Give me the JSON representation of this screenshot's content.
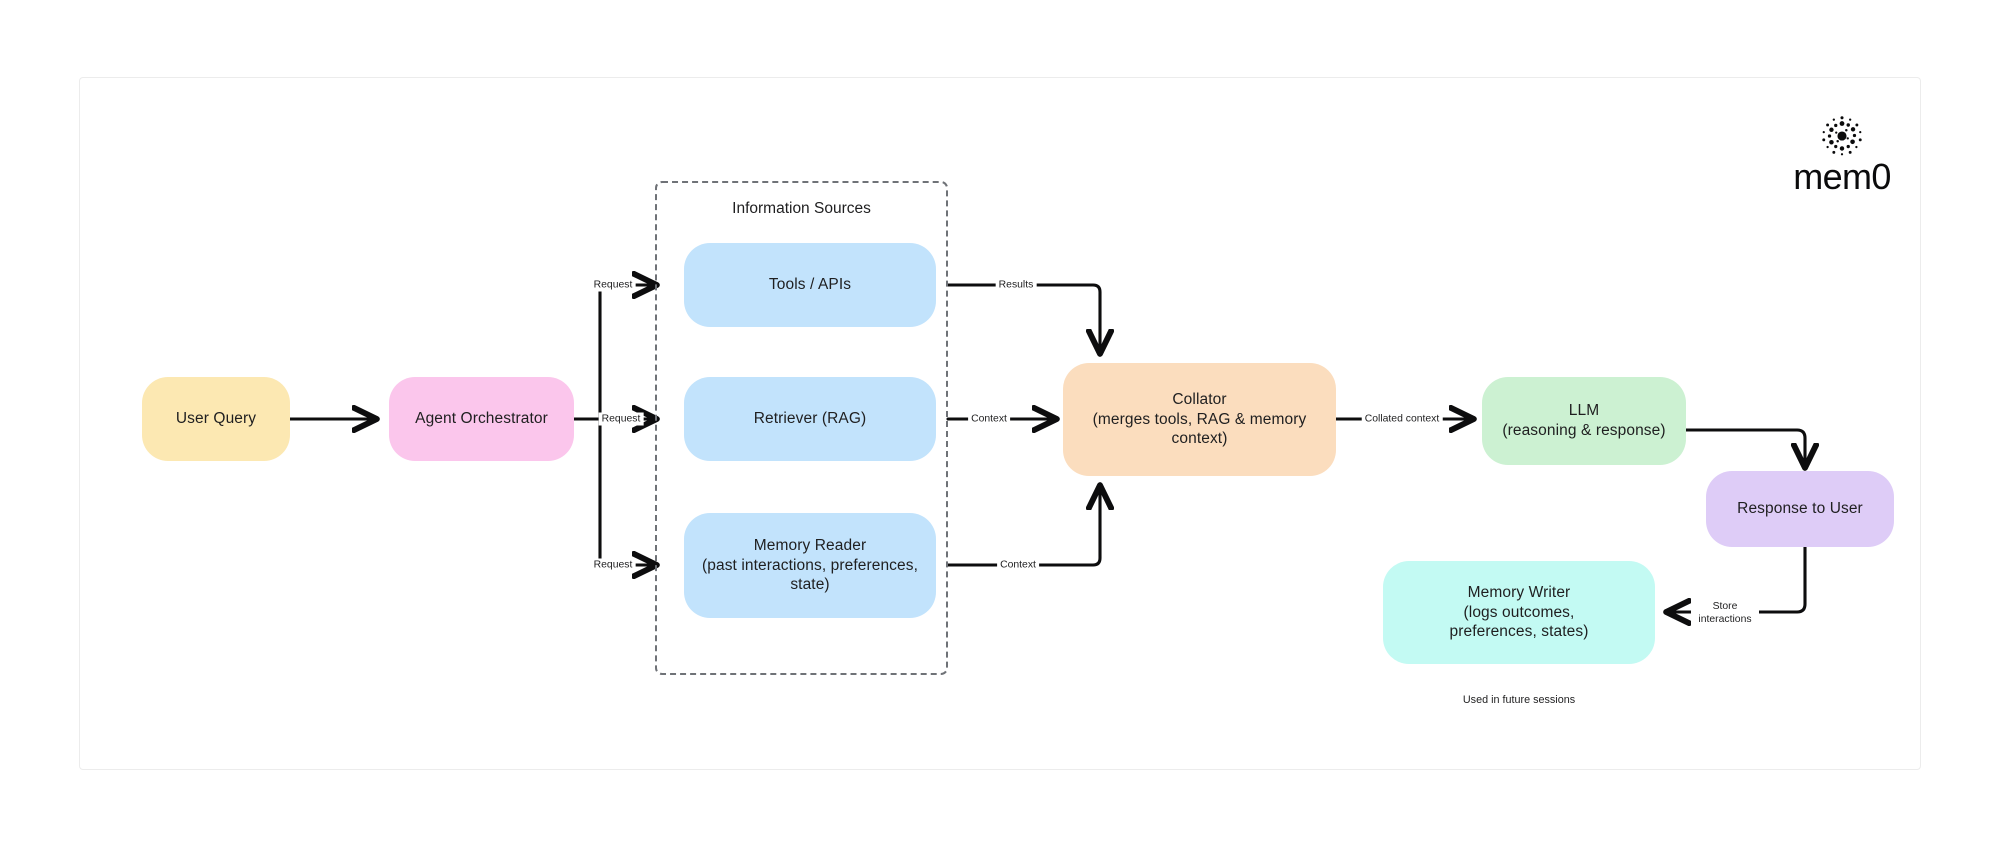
{
  "brand": {
    "name": "mem0",
    "mark": "mem0-dot-burst-logo"
  },
  "group": {
    "title": "Information Sources"
  },
  "nodes": {
    "user_query": {
      "label": "User Query",
      "color": "#FCE8B2"
    },
    "agent": {
      "label": "Agent Orchestrator",
      "color": "#FBC6EC"
    },
    "tools": {
      "label": "Tools / APIs",
      "color": "#C2E3FC"
    },
    "retriever": {
      "label": "Retriever (RAG)",
      "color": "#C2E3FC"
    },
    "memory_reader": {
      "line1": "Memory Reader",
      "line2": "(past interactions, preferences,",
      "line3": "state)",
      "color": "#C2E3FC"
    },
    "collator": {
      "line1": "Collator",
      "line2": "(merges tools, RAG & memory",
      "line3": "context)",
      "color": "#FBDDBE"
    },
    "llm": {
      "line1": "LLM",
      "line2": "(reasoning & response)",
      "color": "#CCF1D2"
    },
    "response": {
      "label": "Response to User",
      "color": "#DECCF7"
    },
    "memory_writer": {
      "line1": "Memory Writer",
      "line2": "(logs outcomes,",
      "line3": "preferences, states)",
      "color": "#C3FAF3"
    }
  },
  "edges": {
    "request_tools": "Request",
    "request_retriever": "Request",
    "request_memory": "Request",
    "results": "Results",
    "context_rag": "Context",
    "context_memory": "Context",
    "collated_context": "Collated context",
    "store_interactions": "Store\ninteractions"
  },
  "notes": {
    "future_sessions": "Used in future sessions"
  },
  "chart_data": {
    "type": "flowchart",
    "title": "Agent memory architecture flow",
    "nodes": [
      {
        "id": "user_query",
        "label": "User Query",
        "color": "#FCE8B2"
      },
      {
        "id": "agent",
        "label": "Agent Orchestrator",
        "color": "#FBC6EC"
      },
      {
        "id": "tools",
        "label": "Tools / APIs",
        "color": "#C2E3FC",
        "group": "Information Sources"
      },
      {
        "id": "retriever",
        "label": "Retriever (RAG)",
        "color": "#C2E3FC",
        "group": "Information Sources"
      },
      {
        "id": "memory_reader",
        "label": "Memory Reader (past interactions, preferences, state)",
        "color": "#C2E3FC",
        "group": "Information Sources"
      },
      {
        "id": "collator",
        "label": "Collator (merges tools, RAG & memory context)",
        "color": "#FBDDBE"
      },
      {
        "id": "llm",
        "label": "LLM (reasoning & response)",
        "color": "#CCF1D2"
      },
      {
        "id": "response",
        "label": "Response to User",
        "color": "#DECCF7"
      },
      {
        "id": "memory_writer",
        "label": "Memory Writer (logs outcomes, preferences, states)",
        "color": "#C3FAF3"
      }
    ],
    "edges": [
      {
        "from": "user_query",
        "to": "agent",
        "label": ""
      },
      {
        "from": "agent",
        "to": "tools",
        "label": "Request"
      },
      {
        "from": "agent",
        "to": "retriever",
        "label": "Request"
      },
      {
        "from": "agent",
        "to": "memory_reader",
        "label": "Request"
      },
      {
        "from": "tools",
        "to": "collator",
        "label": "Results"
      },
      {
        "from": "retriever",
        "to": "collator",
        "label": "Context"
      },
      {
        "from": "memory_reader",
        "to": "collator",
        "label": "Context"
      },
      {
        "from": "collator",
        "to": "llm",
        "label": "Collated context"
      },
      {
        "from": "llm",
        "to": "response",
        "label": ""
      },
      {
        "from": "response",
        "to": "memory_writer",
        "label": "Store interactions"
      }
    ],
    "annotations": [
      "Used in future sessions"
    ]
  }
}
